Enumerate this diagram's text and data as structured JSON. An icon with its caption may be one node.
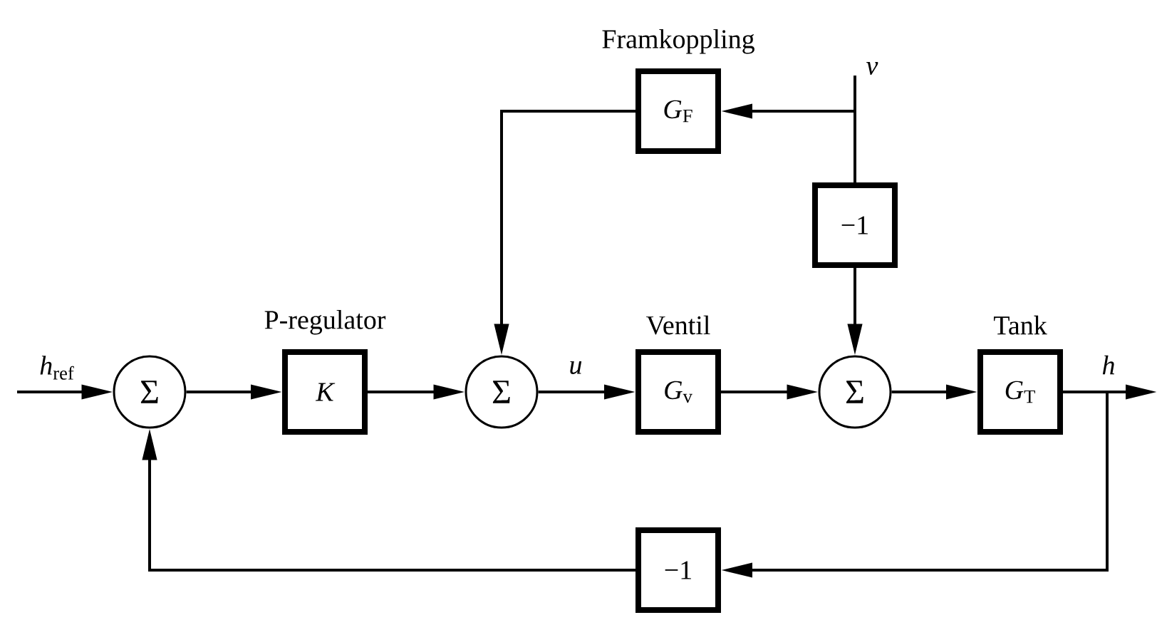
{
  "diagram": {
    "nodes": [
      {
        "text": [
          "Σ"
        ]
      },
      {
        "text": [
          "P-regulator",
          "K"
        ]
      },
      {
        "text": [
          "Σ"
        ]
      },
      {
        "text": [
          "Ventil",
          "*G*$_{v}$"
        ]
      },
      {
        "text": [
          "Σ"
        ]
      },
      {
        "text": [
          "Tank",
          "*G*$_{T}$"
        ]
      },
      {
        "text": [
          "Framkoppling",
          "*G*$_{F}$"
        ]
      },
      {
        "text": [
          "−1"
        ]
      },
      {
        "text": [
          "−1"
        ]
      }
    ],
    "edges": [
      {
        "from": null,
        "to": 0,
        "arrow": "to",
        "label": "*h*$_{ref}$"
      },
      {
        "from": 0,
        "to": 1,
        "arrow": "to"
      },
      {
        "from": 1,
        "to": 2,
        "arrow": "to"
      },
      {
        "from": 2,
        "to": 3,
        "arrow": "to",
        "label": "*u*"
      },
      {
        "from": 3,
        "to": 4,
        "arrow": "to"
      },
      {
        "from": 4,
        "to": 5,
        "arrow": "to"
      },
      {
        "from": 5,
        "to": null,
        "arrow": "to",
        "label": "*h*"
      },
      {
        "from": 5,
        "to": 8,
        "arrow": "to"
      },
      {
        "from": 8,
        "to": 0,
        "arrow": "to"
      },
      {
        "from": null,
        "to": 6,
        "arrow": "to",
        "label": "*v*"
      },
      {
        "from": null,
        "to": 7,
        "arrow": "none"
      },
      {
        "from": 6,
        "to": 2,
        "arrow": "to"
      },
      {
        "from": 7,
        "to": 4,
        "arrow": "to"
      }
    ]
  }
}
